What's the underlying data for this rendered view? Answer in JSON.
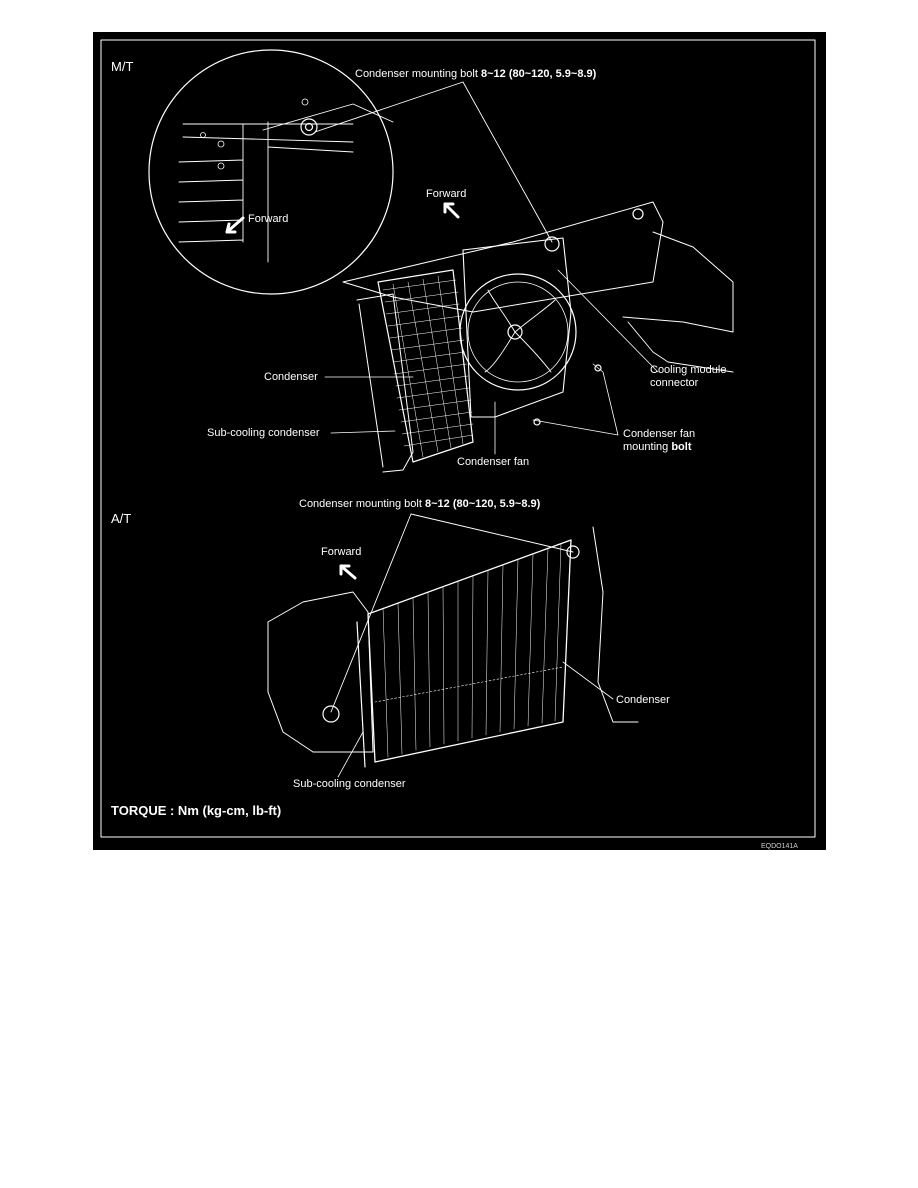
{
  "figure": {
    "mt": {
      "section_label": "M/T",
      "mounting_bolt_text": "Condenser mounting bolt",
      "mounting_bolt_torque": "8~12 (80~120, 5.9~8.9)",
      "forward_inset": "Forward",
      "forward_main": "Forward",
      "condenser": "Condenser",
      "sub_cooling_condenser": "Sub-cooling condenser",
      "condenser_fan": "Condenser fan",
      "cooling_module_connector_line1": "Cooling module",
      "cooling_module_connector_line2": "connector",
      "fan_bolt_line1": "Condenser fan",
      "fan_bolt_line2a": "mounting",
      "fan_bolt_line2b": "bolt"
    },
    "at": {
      "section_label": "A/T",
      "mounting_bolt_text": "Condenser mounting bolt",
      "mounting_bolt_torque": "8~12 (80~120, 5.9~8.9)",
      "forward": "Forward",
      "condenser": "Condenser",
      "sub_cooling_condenser": "Sub-cooling condenser"
    },
    "torque_note": "TORQUE : Nm (kg-cm, lb-ft)",
    "figure_code": "EQDO141A"
  },
  "colors": {
    "figure_background": "#000000",
    "line_art": "#ffffff"
  }
}
